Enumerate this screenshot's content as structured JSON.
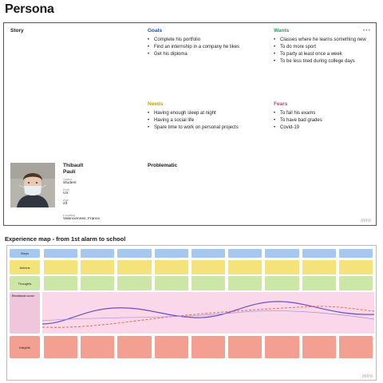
{
  "title": "Persona",
  "story": {
    "title": "Story",
    "paragraphs": [
      "",
      "",
      ""
    ]
  },
  "goals": {
    "title": "Goals",
    "items": [
      "Complete his portfolio",
      "Find an internship in a company he likes",
      "Get his diploma"
    ]
  },
  "wants": {
    "title": "Wants",
    "items": [
      "Classes where he learns something new",
      "To do more sport",
      "To party at least once a week",
      "To be less tired during college days"
    ]
  },
  "needs": {
    "title": "Needs",
    "items": [
      "Having enough sleep at night",
      "Having a social life",
      "Spare time to work on personal projects"
    ]
  },
  "fears": {
    "title": "Fears",
    "items": [
      "To fail his exams",
      "To have bad grades",
      "Covid-19"
    ]
  },
  "profile": {
    "first_name": "Thibault",
    "last_name": "Pauli",
    "status_label": "Status",
    "status": "Student",
    "role_label": "Role",
    "role": "UX",
    "age_label": "Age",
    "age": "23",
    "location_label": "Location",
    "location": "Valenciennes, France"
  },
  "problematic": {
    "title": "Problematic",
    "text": ""
  },
  "watermark": "miro",
  "experience_map": {
    "title": "Experience map - from 1st alarm to school",
    "row_labels": {
      "steps": "Steps",
      "actions": "Actions",
      "thoughts": "Thoughts",
      "emotional": "Emotional curve",
      "insights": "Insights"
    },
    "emotion_legend": [
      "",
      "",
      "",
      ""
    ],
    "steps": [
      "",
      "",
      "",
      "",
      "",
      "",
      "",
      "",
      ""
    ],
    "actions": [
      "",
      "",
      "",
      "",
      "",
      "",
      "",
      "",
      ""
    ],
    "thoughts": [
      "",
      "",
      "",
      "",
      "",
      "",
      "",
      "",
      ""
    ],
    "insights": [
      "",
      "",
      "",
      "",
      "",
      "",
      "",
      "",
      ""
    ],
    "colors": {
      "steps": "#a6c8ee",
      "actions": "#f4e27a",
      "thoughts": "#cbe6a5",
      "emotional": "#fad8ea",
      "insights": "#f3a092",
      "curve_primary": "#6b4fc8",
      "curve_secondary": "#e0634b"
    }
  }
}
